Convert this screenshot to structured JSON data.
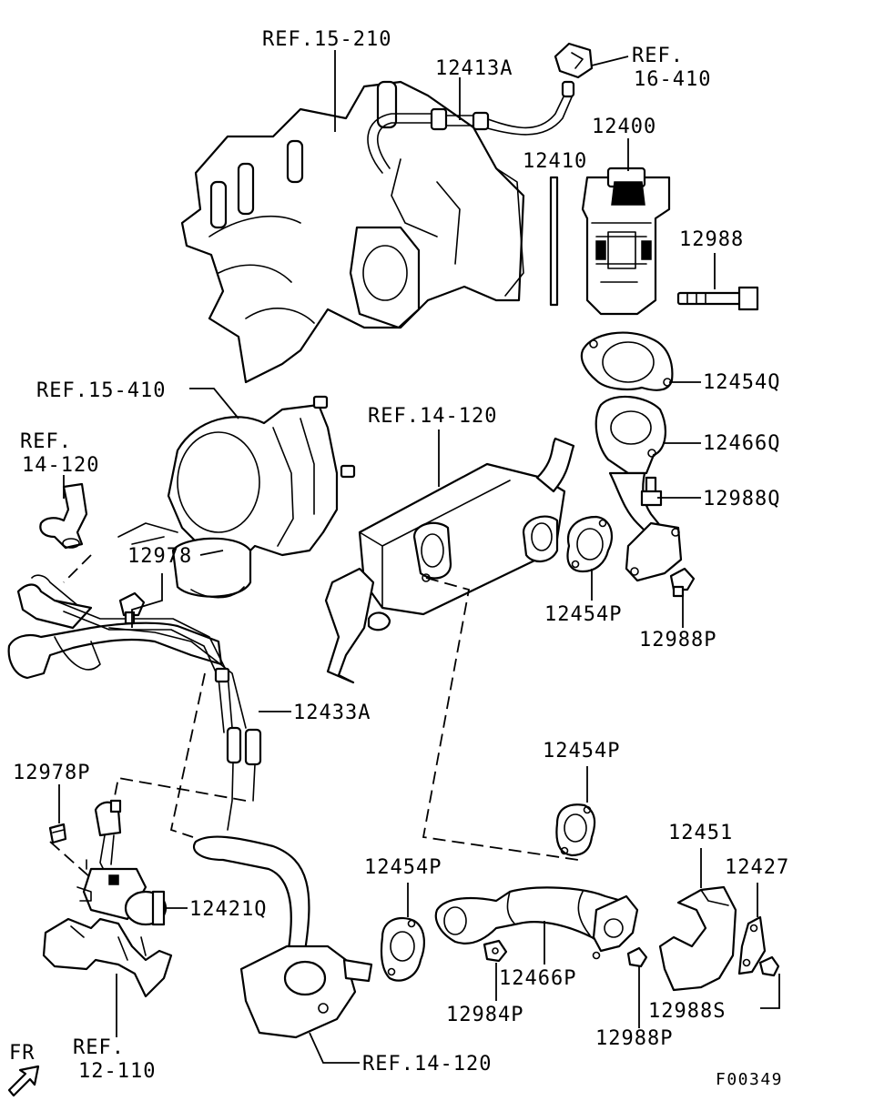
{
  "labels": {
    "ref_15_210": "REF.15-210",
    "p_12413A": "12413A",
    "ref_16_410_a": "REF.",
    "ref_16_410_b": "16-410",
    "p_12400": "12400",
    "p_12410": "12410",
    "p_12988": "12988",
    "p_12454Q": "12454Q",
    "p_12466Q": "12466Q",
    "p_12988Q": "12988Q",
    "ref_15_410": "REF.15-410",
    "ref_14_120_top": "REF.14-120",
    "ref_14_120_left_a": "REF.",
    "ref_14_120_left_b": "14-120",
    "p_12978": "12978",
    "p_12454P_upper": "12454P",
    "p_12988P_upper": "12988P",
    "p_12433A": "12433A",
    "p_12454P_mid": "12454P",
    "p_12978P": "12978P",
    "p_12451": "12451",
    "p_12427": "12427",
    "p_12454P_low": "12454P",
    "p_12421Q": "12421Q",
    "p_12466P": "12466P",
    "p_12984P": "12984P",
    "p_12988S": "12988S",
    "p_12988P_low": "12988P",
    "ref_12_110_a": "REF.",
    "ref_12_110_b": "12-110",
    "ref_14_120_bottom": "REF.14-120",
    "fr": "FR",
    "figure_code": "F00349"
  }
}
